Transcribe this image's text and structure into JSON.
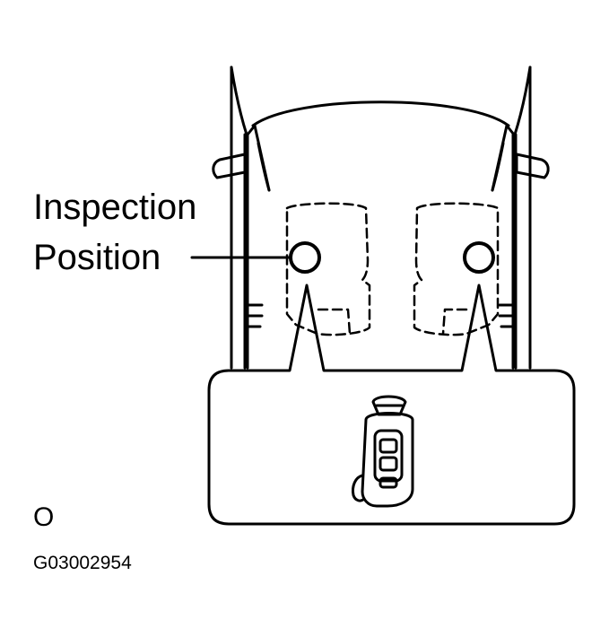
{
  "label": {
    "line1": "Inspection",
    "line2": "Position"
  },
  "corner_mark": "O",
  "figure_code": "G03002954",
  "icons": [
    "car-outline-icon",
    "inspection-point-icon",
    "smart-key-fob-icon"
  ]
}
